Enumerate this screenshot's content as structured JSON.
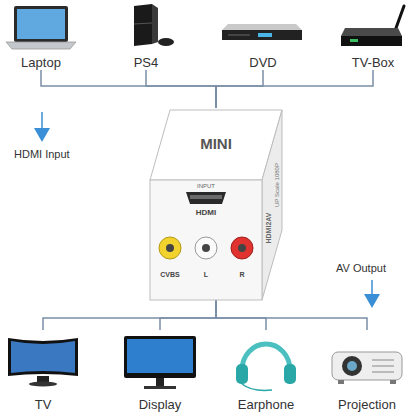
{
  "diagram": {
    "nodes": [
      {
        "text": [
          "Laptop"
        ]
      },
      {
        "text": [
          "PS4"
        ]
      },
      {
        "text": [
          "DVD"
        ]
      },
      {
        "text": [
          "TV-Box"
        ]
      },
      {
        "text": [
          "MINI",
          "HDMI2AV",
          "UP Scale 1080P",
          "INPUT",
          "HDMI",
          "CVBS",
          "L",
          "R"
        ]
      },
      {
        "text": [
          "TV"
        ]
      },
      {
        "text": [
          "Display"
        ]
      },
      {
        "text": [
          "Earphone"
        ]
      },
      {
        "text": [
          "Projection"
        ]
      }
    ],
    "edges": [
      {
        "from": 0,
        "to": 4,
        "arrow": "none"
      },
      {
        "from": 1,
        "to": 4,
        "arrow": "none"
      },
      {
        "from": 2,
        "to": 4,
        "arrow": "none"
      },
      {
        "from": 3,
        "to": 4,
        "arrow": "none"
      },
      {
        "from": 4,
        "to": 5,
        "arrow": "none"
      },
      {
        "from": 4,
        "to": 6,
        "arrow": "none"
      },
      {
        "from": 4,
        "to": 7,
        "arrow": "none"
      },
      {
        "from": 4,
        "to": 8,
        "arrow": "none"
      }
    ],
    "labels": [
      "HDMI Input",
      "AV Output"
    ]
  }
}
